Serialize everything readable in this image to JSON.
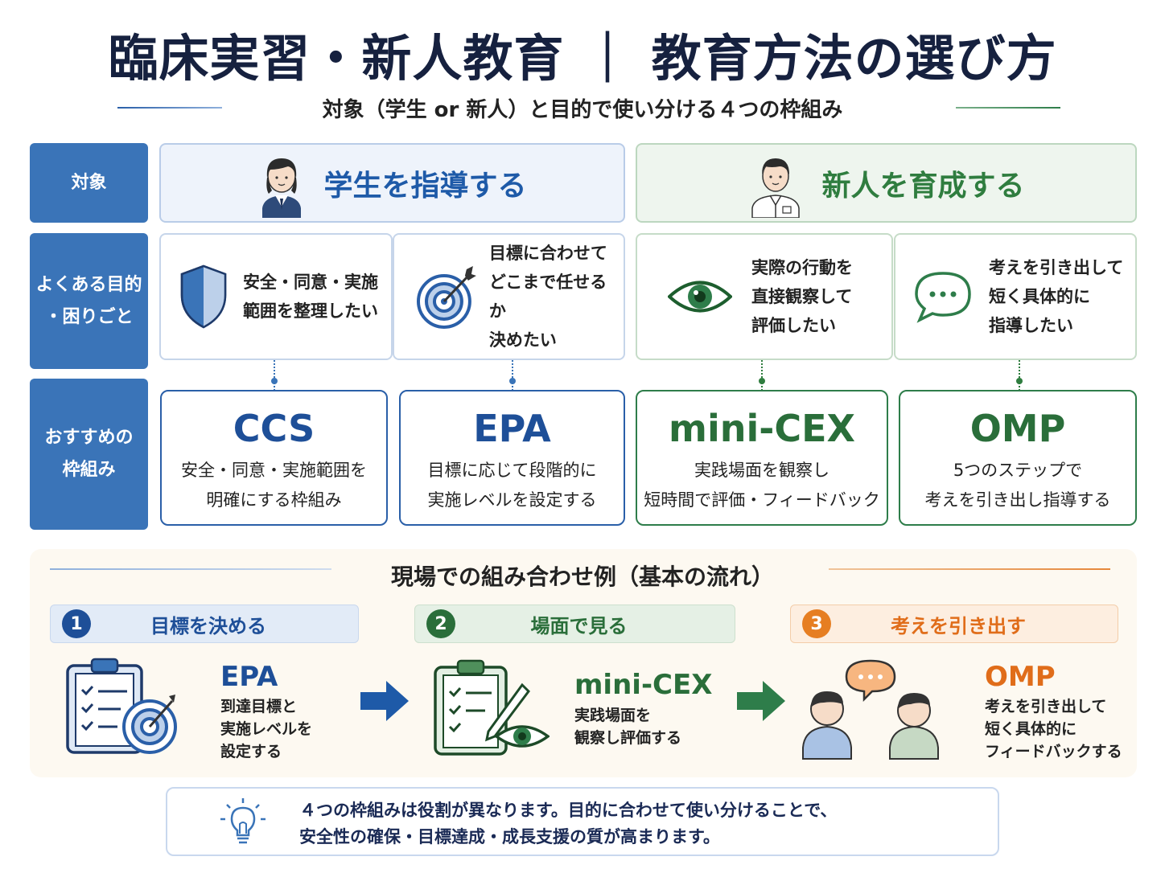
{
  "title": "臨床実習・新人教育 ｜ 教育方法の選び方",
  "subtitle": "対象（学生 or 新人）と目的で使い分ける４つの枠組み",
  "side_labels": {
    "target": "対象",
    "purpose": "よくある目的\n・困りごと",
    "framework": "おすすめの\n枠組み"
  },
  "banners": {
    "student": "学生を指導する",
    "newbie": "新人を育成する"
  },
  "purposes": [
    {
      "text": "安全・同意・実施\n範囲を整理したい",
      "icon": "shield-icon"
    },
    {
      "text": "目標に合わせて\nどこまで任せるか\n決めたい",
      "icon": "target-icon"
    },
    {
      "text": "実際の行動を\n直接観察して\n評価したい",
      "icon": "eye-icon"
    },
    {
      "text": "考えを引き出して\n短く具体的に\n指導したい",
      "icon": "speech-bubble-icon"
    }
  ],
  "frameworks": [
    {
      "name": "CCS",
      "desc": "安全・同意・実施範囲を\n明確にする枠組み"
    },
    {
      "name": "EPA",
      "desc": "目標に応じて段階的に\n実施レベルを設定する"
    },
    {
      "name": "mini-CEX",
      "desc": "実践場面を観察し\n短時間で評価・フィードバック"
    },
    {
      "name": "OMP",
      "desc": "5つのステップで\n考えを引き出し指導する"
    }
  ],
  "example": {
    "title": "現場での組み合わせ例（基本の流れ）",
    "steps": [
      {
        "num": "1",
        "label": "目標を決める",
        "name": "EPA",
        "desc": "到達目標と\n実施レベルを\n設定する"
      },
      {
        "num": "2",
        "label": "場面で見る",
        "name": "mini-CEX",
        "desc": "実践場面を\n観察し評価する"
      },
      {
        "num": "3",
        "label": "考えを引き出す",
        "name": "OMP",
        "desc": "考えを引き出して\n短く具体的に\nフィードバックする"
      }
    ]
  },
  "note": {
    "line1": "４つの枠組みは役割が異なります。目的に合わせて使い分けることで、",
    "line2": "安全性の確保・目標達成・成長支援の質が高まります。"
  },
  "colors": {
    "blue": "#1e4f98",
    "green": "#2a6e3a",
    "orange": "#e67e22",
    "label_blue": "#3a74b8"
  }
}
